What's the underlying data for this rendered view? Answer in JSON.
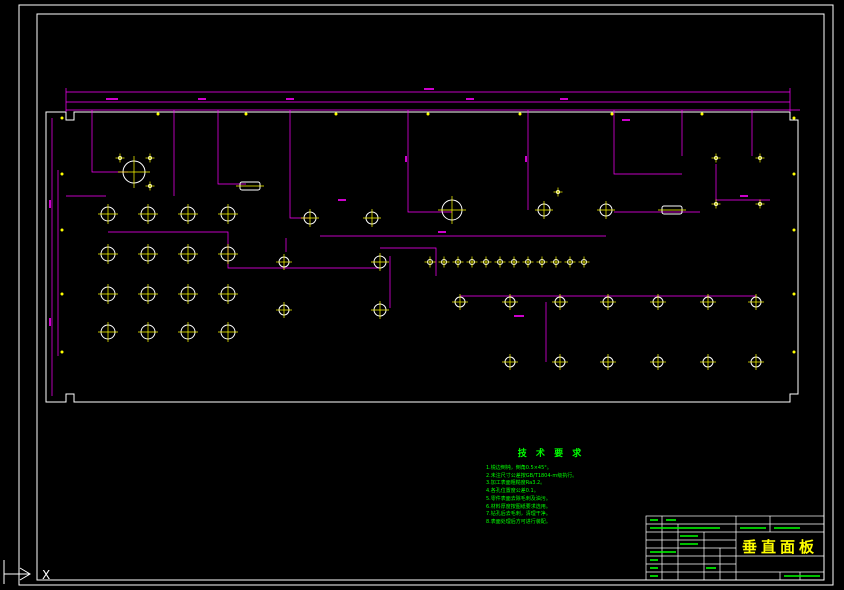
{
  "drawing": {
    "colors": {
      "background": "#000000",
      "frame": "#ffffff",
      "outline": "#ffffff",
      "dimension": "#ff00ff",
      "feature": "#ffffff",
      "center_mark": "#ffff00",
      "text": "#00ff00",
      "title_text": "#ffff00"
    }
  },
  "tech_requirements": {
    "title": "技 术 要 求",
    "lines": [
      "1.锐边倒钝，倒角0.5×45°。",
      "2.未注尺寸公差按GB/T1804-m级执行。",
      "3.加工表面粗糙度Ra3.2。",
      "4.各孔位置度公差0.1。",
      "5.零件表面去除毛刺及油污。",
      "6.材料厚度按图纸要求选用。",
      "7.钻孔后去毛刺，清理干净。",
      "8.表面处理后方可进行装配。"
    ]
  },
  "title_block": {
    "drawing_name": "垂直面板"
  },
  "ucs": {
    "x_label": "X"
  }
}
